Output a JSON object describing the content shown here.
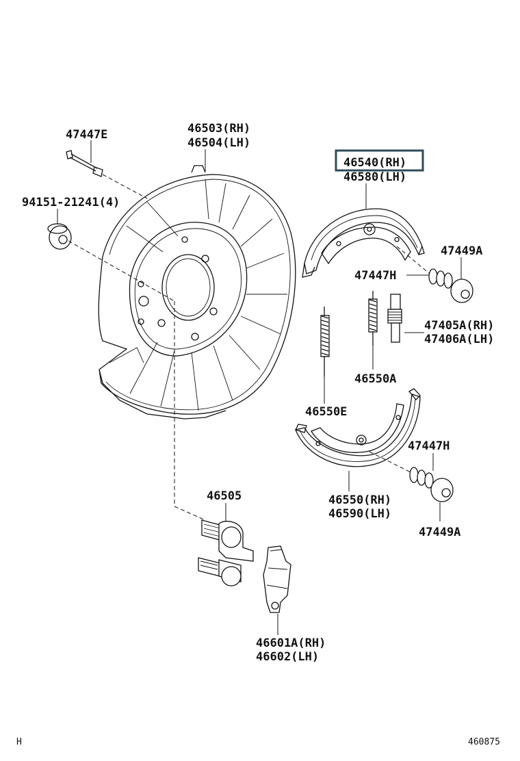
{
  "labels": {
    "p47447E": "47447E",
    "p46503": "46503(RH)",
    "p46504": "46504(LH)",
    "p46540": "46540(RH)",
    "p46580": "46580(LH)",
    "p94151": "94151-21241(4)",
    "p47449A_top": "47449A",
    "p47447H_top": "47447H",
    "p47405A": "47405A(RH)",
    "p47406A": "47406A(LH)",
    "p46550A": "46550A",
    "p46550E": "46550E",
    "p47447H_bot": "47447H",
    "p46505": "46505",
    "p46550": "46550(RH)",
    "p46590": "46590(LH)",
    "p47449A_bot": "47449A",
    "p46601A": "46601A(RH)",
    "p46602": "46602(LH)"
  },
  "footer": {
    "left_code": "H",
    "right_code": "460875"
  },
  "highlight": {
    "target": "46540(RH)",
    "color": "#2d4b5a"
  }
}
